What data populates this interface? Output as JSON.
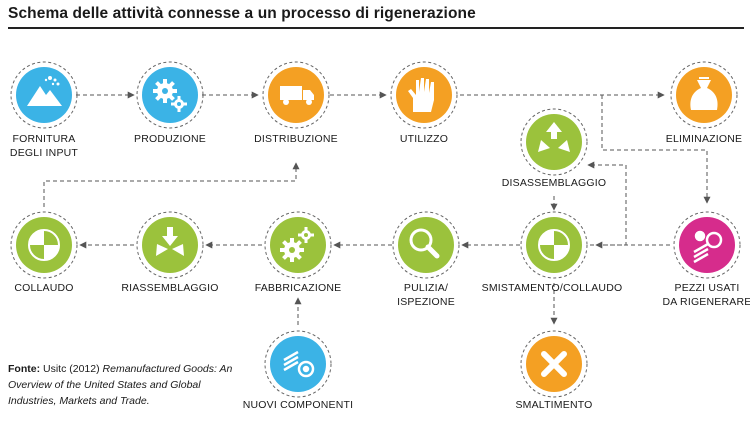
{
  "title": "Schema delle attività connesse a un processo di rigenerazione",
  "nodes": {
    "fornitura": {
      "line1": "FORNITURA",
      "line2": "DEGLI INPUT",
      "icon": "mountain-icon"
    },
    "produzione": {
      "line1": "PRODUZIONE",
      "icon": "gears-icon"
    },
    "distribuzione": {
      "line1": "DISTRIBUZIONE",
      "icon": "truck-icon"
    },
    "utilizzo": {
      "line1": "UTILIZZO",
      "icon": "glove-icon"
    },
    "eliminazione": {
      "line1": "ELIMINAZIONE",
      "icon": "trash-bag-icon"
    },
    "disassemblaggio": {
      "line1": "DISASSEMBLAGGIO",
      "icon": "arrows-out-icon"
    },
    "collaudo": {
      "line1": "COLLAUDO",
      "icon": "target-icon"
    },
    "riassemblaggio": {
      "line1": "RIASSEMBLAGGIO",
      "icon": "arrows-in-icon"
    },
    "fabbricazione": {
      "line1": "FABBRICAZIONE",
      "icon": "gears-icon"
    },
    "pulizia": {
      "line1": "PULIZIA/",
      "line2": "ISPEZIONE",
      "icon": "magnifier-icon"
    },
    "smistamento": {
      "line1": "SMISTAMENTO/COLLAUDO",
      "icon": "target-icon"
    },
    "pezzi": {
      "line1": "PEZZI USATI",
      "line2": "DA RIGENERARE",
      "icon": "parts-icon"
    },
    "nuovi": {
      "line1": "NUOVI COMPONENTI",
      "icon": "parts-icon"
    },
    "smaltimento": {
      "line1": "SMALTIMENTO",
      "icon": "x-icon"
    }
  },
  "source": {
    "label": "Fonte:",
    "text": "Usitc (2012)",
    "italic": "Remanufactured Goods: An Overview of the United States and Global Industries, Markets and Trade."
  },
  "colors": {
    "blue": "#3bb3e6",
    "orange": "#f4a023",
    "green": "#9bc23c",
    "magenta": "#d62c8c",
    "connector": "#555555"
  }
}
